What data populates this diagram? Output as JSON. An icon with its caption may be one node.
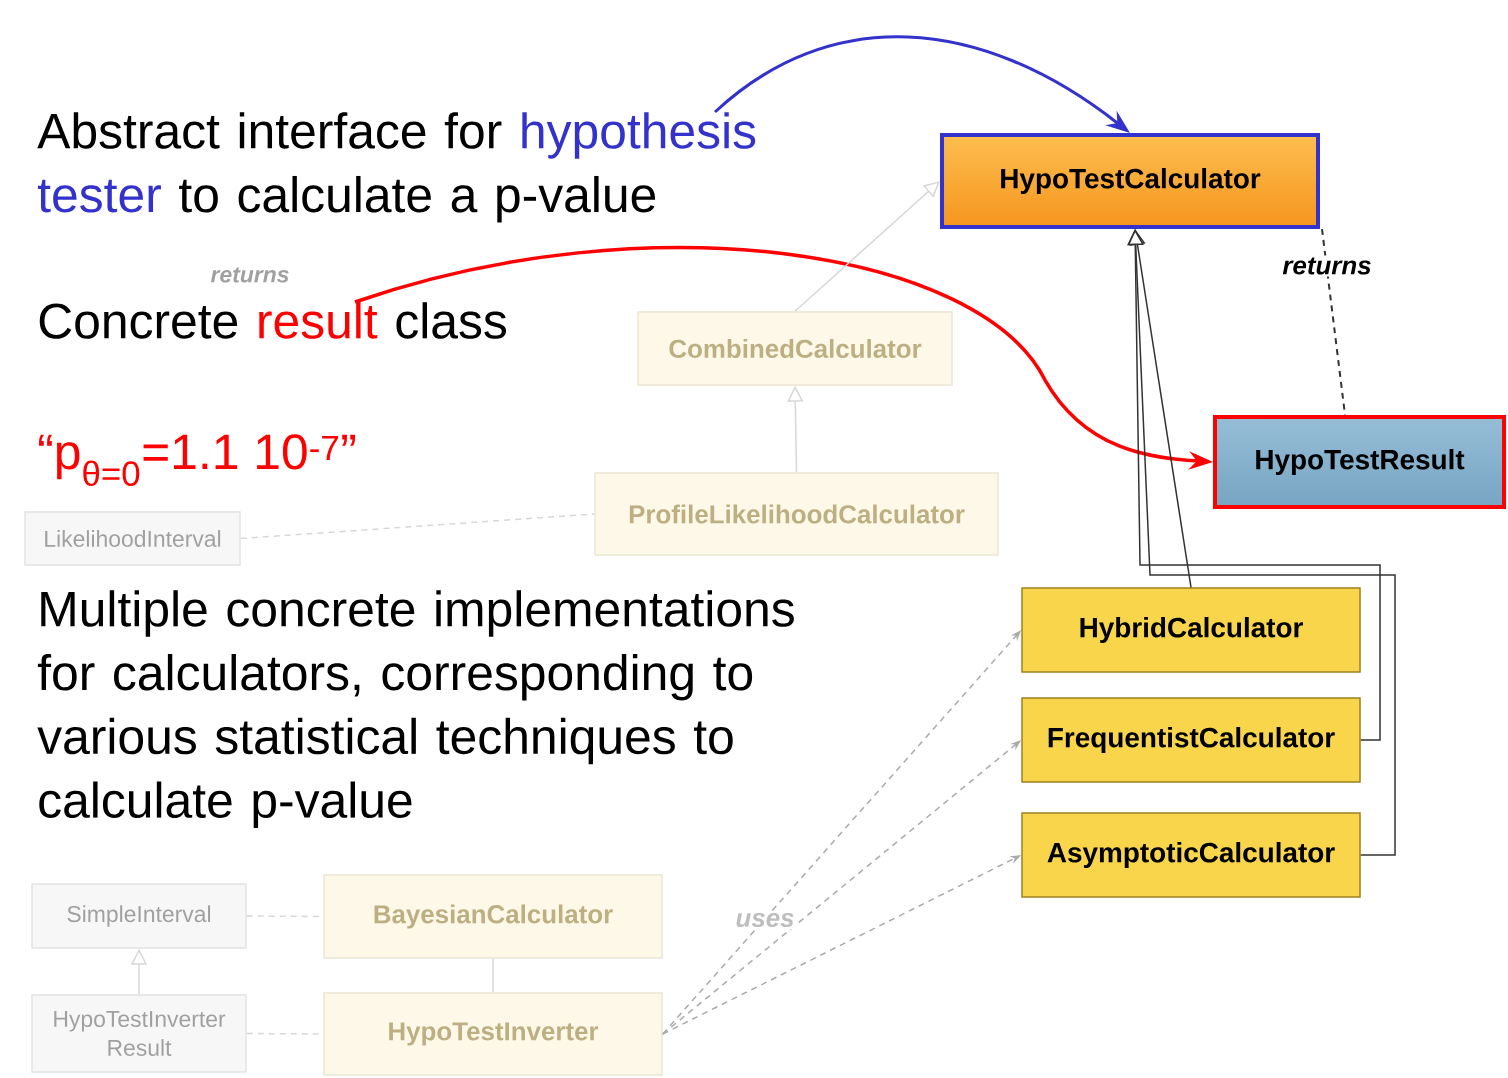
{
  "diagram": {
    "nodes": [
      {
        "text": [
          "Abstract interface for",
          "hypothesis tester",
          "to calculate a p-value"
        ]
      },
      {
        "text": [
          "HypoTestCalculator"
        ]
      },
      {
        "text": [
          "Concrete",
          "result",
          "class"
        ]
      },
      {
        "text": [
          "CombinedCalculator"
        ]
      },
      {
        "text": [
          "HypoTestResult"
        ]
      },
      {
        "text": [
          "LikelihoodInterval"
        ]
      },
      {
        "text": [
          "ProfileLikelihoodCalculator"
        ]
      },
      {
        "text": [
          "HybridCalculator"
        ]
      },
      {
        "text": [
          "FrequentistCalculator"
        ]
      },
      {
        "text": [
          "AsymptoticCalculator"
        ]
      },
      {
        "text": [
          "SimpleInterval"
        ]
      },
      {
        "text": [
          "BayesianCalculator"
        ]
      },
      {
        "text": [
          "HypoTestInverter Result"
        ]
      },
      {
        "text": [
          "HypoTestInverter"
        ]
      }
    ],
    "edges": [
      {
        "from": 0,
        "to": 1,
        "arrow": "to",
        "color": "#3333cc"
      },
      {
        "from": 2,
        "to": 4,
        "arrow": "to",
        "color": "#ff0000"
      },
      {
        "from": 7,
        "to": 1,
        "arrow": "to",
        "color": "#333333"
      },
      {
        "from": 8,
        "to": 1,
        "arrow": "to",
        "color": "#333333"
      },
      {
        "from": 9,
        "to": 1,
        "arrow": "to",
        "color": "#333333"
      },
      {
        "from": 1,
        "to": 4,
        "arrow": "none",
        "style": "dashed",
        "color": "#333333",
        "label": "returns"
      },
      {
        "from": 13,
        "to": 7,
        "arrow": "to",
        "style": "dashed",
        "color": "#aaaaaa"
      },
      {
        "from": 13,
        "to": 8,
        "arrow": "to",
        "style": "dashed",
        "color": "#aaaaaa",
        "label": "uses"
      },
      {
        "from": 13,
        "to": 9,
        "arrow": "to",
        "style": "dashed",
        "color": "#aaaaaa"
      },
      {
        "from": 3,
        "to": 1,
        "arrow": "to"
      },
      {
        "from": 6,
        "to": 3,
        "arrow": "to"
      },
      {
        "from": 5,
        "to": 6,
        "arrow": "none",
        "style": "dashed"
      },
      {
        "from": 10,
        "to": 11,
        "arrow": "none",
        "style": "dashed"
      },
      {
        "from": 12,
        "to": 10,
        "arrow": "to"
      },
      {
        "from": 12,
        "to": 13,
        "arrow": "none",
        "style": "dashed"
      },
      {
        "from": 11,
        "to": 13,
        "arrow": "none"
      }
    ],
    "labels": [
      "returns",
      "“p$_{θ=0}$=1.1 10$^{-7}$”",
      "Multiple concrete implementations for calculators, corresponding to various statistical techniques to calculate p-value"
    ]
  }
}
